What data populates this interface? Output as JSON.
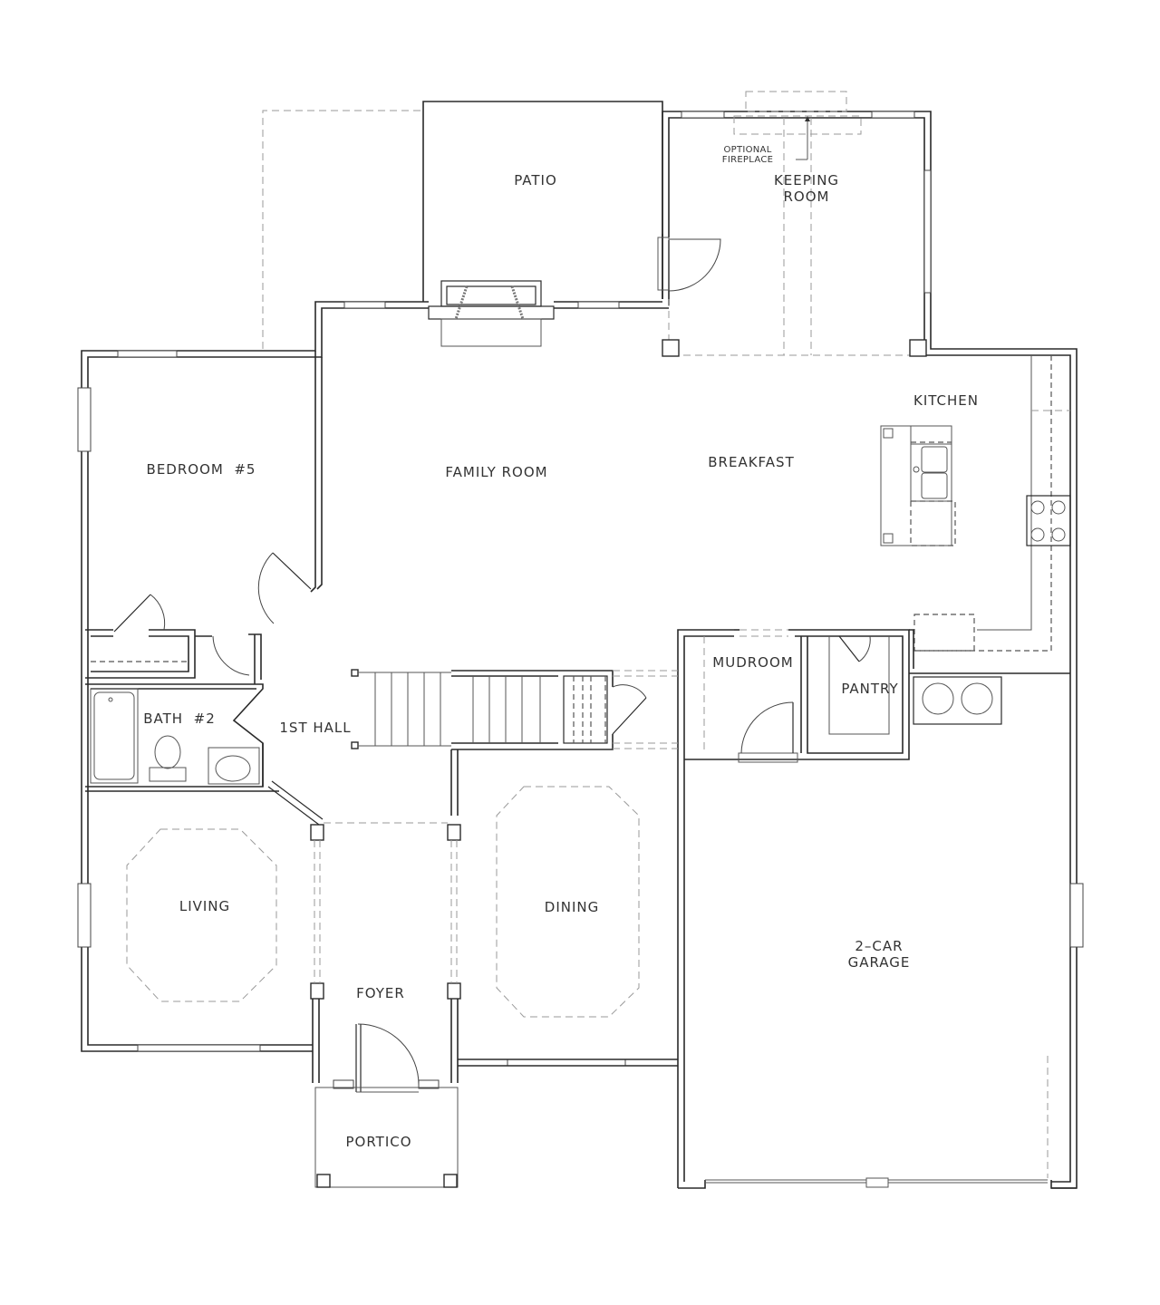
{
  "plan": {
    "type": "first-floor-plan",
    "rooms": {
      "patio": "PATIO",
      "keeping_room": "KEEPING\nROOM",
      "optional_fireplace": "OPTIONAL\nFIREPLACE",
      "kitchen": "KITCHEN",
      "breakfast": "BREAKFAST",
      "family_room": "FAMILY ROOM",
      "bedroom5": "BEDROOM  #5",
      "bath2": "BATH  #2",
      "first_hall": "1ST HALL",
      "mudroom": "MUDROOM",
      "pantry": "PANTRY",
      "living": "LIVING",
      "dining": "DINING",
      "foyer": "FOYER",
      "portico": "PORTICO",
      "garage": "2–CAR\nGARAGE"
    },
    "colors": {
      "background": "#ffffff",
      "wall": "#2a2a2a",
      "dashed": "#9a9a9a",
      "text": "#333333"
    }
  }
}
